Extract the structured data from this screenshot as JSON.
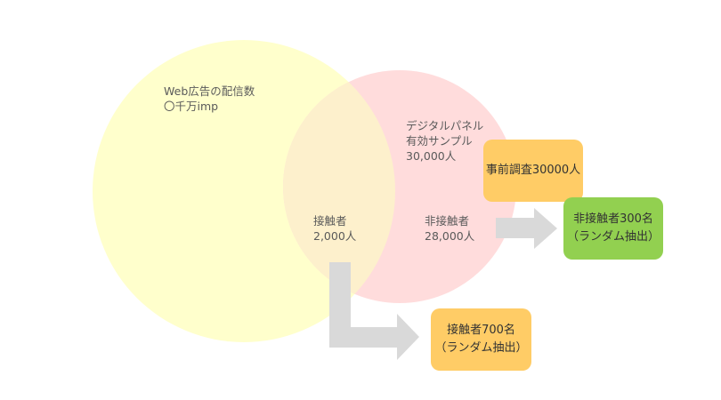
{
  "web_circle": {
    "line1": "Web広告の配信数",
    "line2": "〇千万imp",
    "color": "#ffffcc"
  },
  "panel_circle": {
    "line1": "デジタルパネル",
    "line2": "有効サンプル",
    "line3": "30,000人",
    "color": "#ffdcdc"
  },
  "overlap": {
    "label": "接触者",
    "count": "2,000人",
    "color": "#fdf0cc"
  },
  "non_contact": {
    "label": "非接触者",
    "count": "28,000人"
  },
  "pre_survey_box": {
    "text": "事前調査30000人",
    "color": "#ffcc66"
  },
  "non_contact_box": {
    "line1": "非接触者300名",
    "line2": "（ランダム抽出）",
    "color": "#92d050"
  },
  "contact_box": {
    "line1": "接触者700名",
    "line2": "（ランダム抽出）",
    "color": "#ffcc66"
  },
  "arrow_color": "#d9d9d9"
}
